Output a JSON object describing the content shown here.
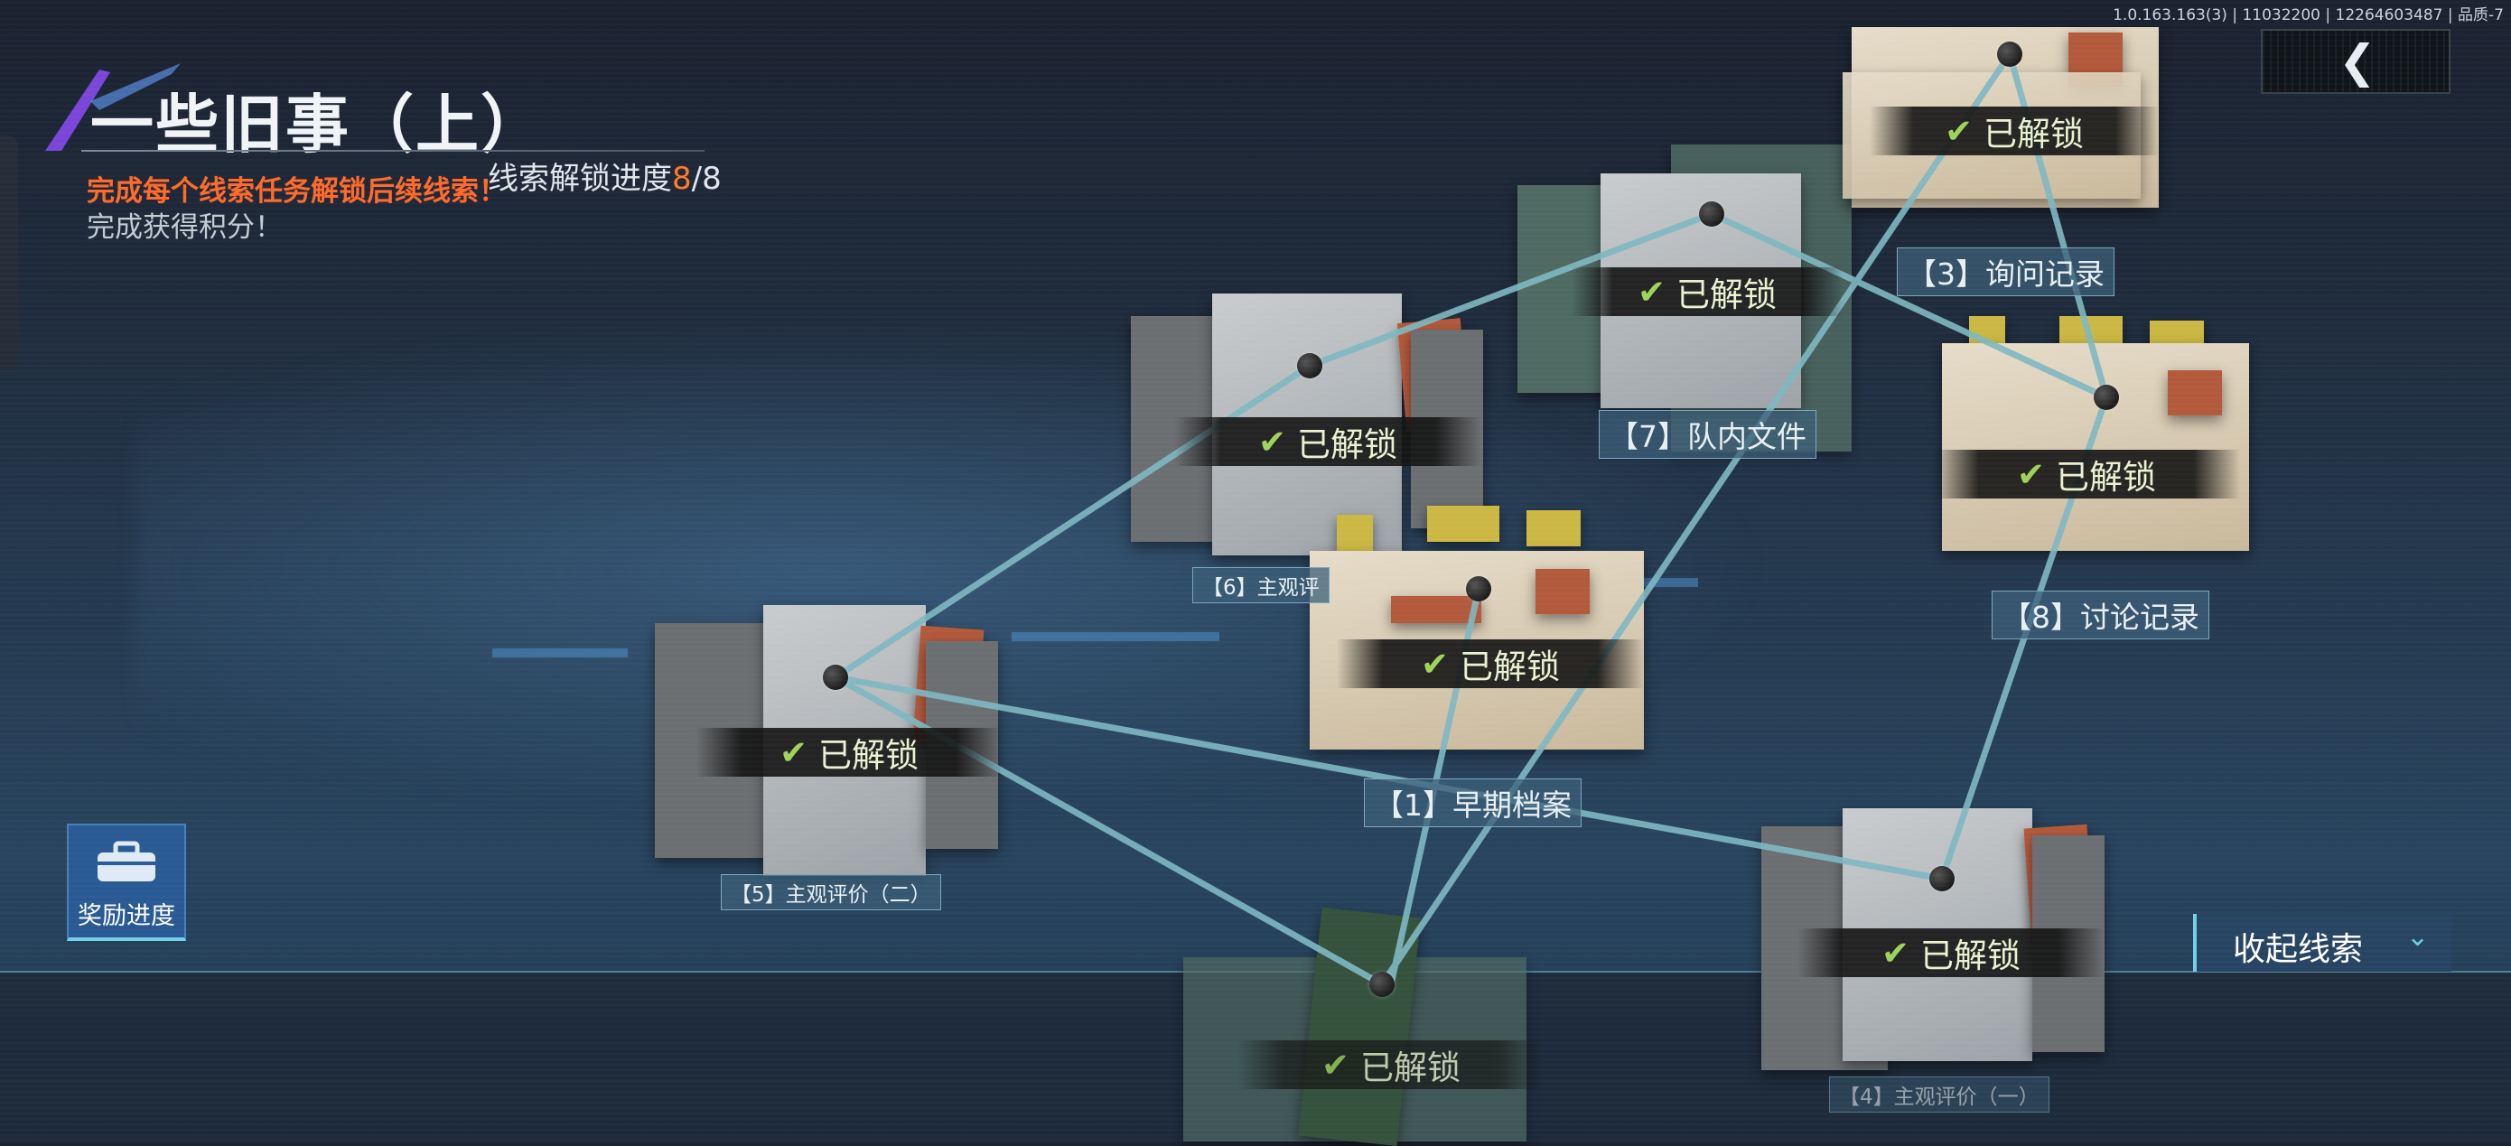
{
  "build_info": "1.0.163.163(3) | 11032200 | 12264603487 | 品质-7",
  "header": {
    "title": "一些旧事（上）",
    "progress_label": "线索解锁进度",
    "progress_current": "8",
    "progress_total": "/8",
    "hint_primary": "完成每个线索任务解锁后续线索！",
    "hint_secondary": "完成获得积分！"
  },
  "back_button": {
    "icon": "chevron-left-icon"
  },
  "reward_button": {
    "label": "奖励进度",
    "icon": "toolbox-icon"
  },
  "collapse_button": {
    "label": "收起线索",
    "icon": "chevron-down-icon"
  },
  "status_text": "已解锁",
  "clues": [
    {
      "id": 1,
      "label": "【1】早期档案",
      "status": "已解锁"
    },
    {
      "id": 2,
      "label": "",
      "status": "已解锁"
    },
    {
      "id": 3,
      "label": "【3】询问记录",
      "status": "已解锁"
    },
    {
      "id": 4,
      "label": "【4】主观评价（一）",
      "status": "已解锁"
    },
    {
      "id": 5,
      "label": "【5】主观评价（二）",
      "status": "已解锁"
    },
    {
      "id": 6,
      "label": "【6】主观评",
      "status": "已解锁"
    },
    {
      "id": 7,
      "label": "【7】队内文件",
      "status": "已解锁"
    },
    {
      "id": 8,
      "label": "【8】讨论记录",
      "status": "已解锁"
    }
  ],
  "colors": {
    "accent": "#6fd0e6",
    "highlight": "#ff7a2a",
    "check": "#9ed35a",
    "string": "#7fb8c2"
  }
}
